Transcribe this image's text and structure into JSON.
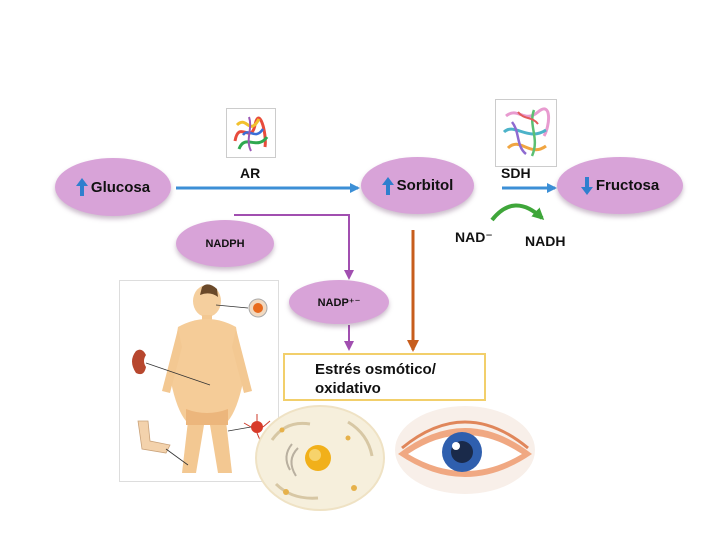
{
  "nodes": {
    "glucosa": "Glucosa",
    "sorbitol": "Sorbitol",
    "fructosa": "Fructosa",
    "nadph": "NADPH",
    "nadp": "NADP⁺⁻"
  },
  "enzymes": {
    "ar": "AR",
    "sdh": "SDH"
  },
  "cofactors": {
    "nad": "NAD⁻",
    "nadh": "NADH"
  },
  "stress_box": {
    "line1": "Estrés osmótico/",
    "line2": "oxidativo"
  },
  "colors": {
    "node_fill": "#d8a3d8",
    "blue_arrow": "#3c8fd6",
    "purple_arrow": "#a14fb0",
    "orange_arrow": "#c75d1d",
    "green_arrow": "#3fa63a",
    "box_border": "#f2cf6b"
  },
  "icons": {
    "up": "up-arrow-icon",
    "down": "down-arrow-icon"
  }
}
